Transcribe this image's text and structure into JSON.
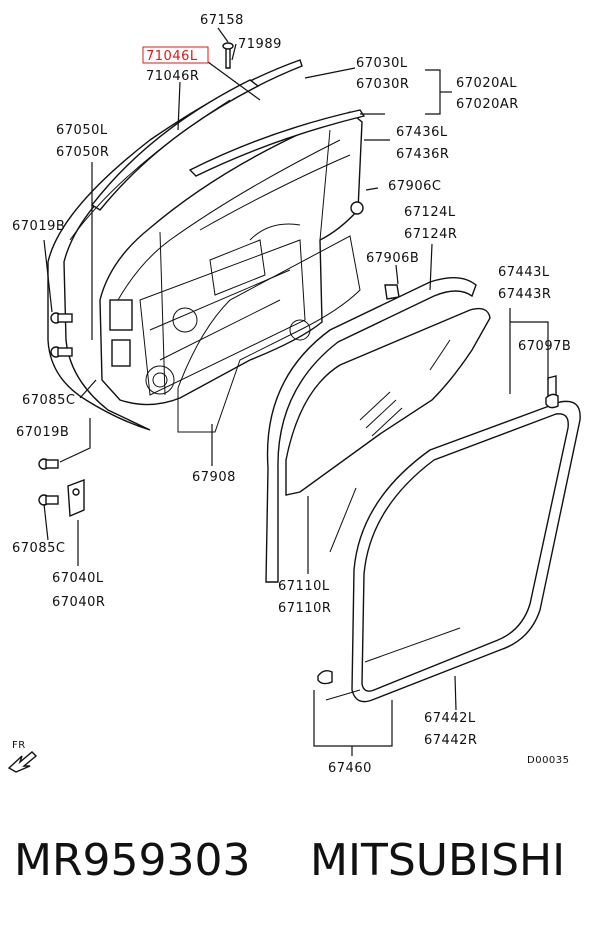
{
  "labels": {
    "p67158": "67158",
    "p71046L": "71046L",
    "p71989": "71989",
    "p71046R": "71046R",
    "p67030L": "67030L",
    "p67030R": "67030R",
    "p67020AL": "67020AL",
    "p67020AR": "67020AR",
    "p67050L": "67050L",
    "p67050R": "67050R",
    "p67436L": "67436L",
    "p67436R": "67436R",
    "p67906C": "67906C",
    "p67019B_1": "67019B",
    "p67124L": "67124L",
    "p67124R": "67124R",
    "p67906B": "67906B",
    "p67443L": "67443L",
    "p67443R": "67443R",
    "p67097B": "67097B",
    "p67085C_1": "67085C",
    "p67019B_2": "67019B",
    "p67908": "67908",
    "p67085C_2": "67085C",
    "p67040L": "67040L",
    "p67040R": "67040R",
    "p67110L": "67110L",
    "p67110R": "67110R",
    "p67442L": "67442L",
    "p67442R": "67442R",
    "p67460": "67460",
    "fr": "FR",
    "diagram_code": "D00035"
  },
  "highlight_color": "#d81b1b",
  "footer": {
    "part_number": "MR959303",
    "brand": "MITSUBISHI"
  }
}
